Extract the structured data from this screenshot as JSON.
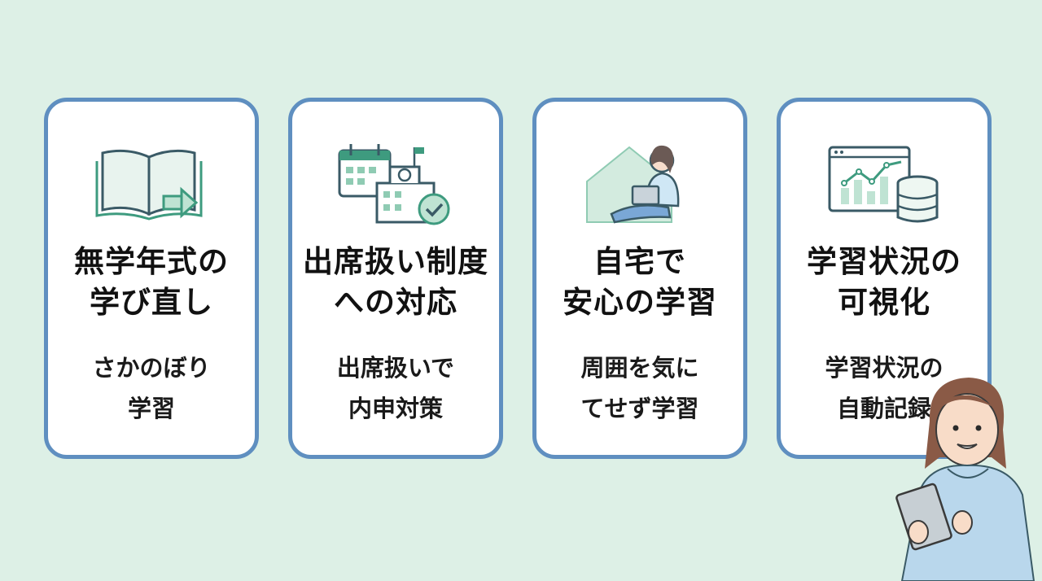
{
  "cards": [
    {
      "title_line1": "無学年式の",
      "title_line2": "学び直し",
      "desc_line1": "さかのぼり",
      "desc_line2": "学習",
      "icon": "open-book-arrow-icon"
    },
    {
      "title_line1": "出席扱い制度",
      "title_line2": "への対応",
      "desc_line1": "出席扱いで",
      "desc_line2": "内申対策",
      "icon": "calendar-school-check-icon"
    },
    {
      "title_line1": "自宅で",
      "title_line2": "安心の学習",
      "desc_line1": "周囲を気に",
      "desc_line2": "てせず学習",
      "icon": "home-study-laptop-icon"
    },
    {
      "title_line1": "学習状況の",
      "title_line2": "可視化",
      "desc_line1": "学習状況の",
      "desc_line2": "自動記録",
      "icon": "analytics-database-icon"
    }
  ],
  "colors": {
    "background": "#ddf0e6",
    "card_border": "#5f8fc0",
    "card_bg": "#ffffff",
    "icon_green": "#3e9b7f",
    "icon_line": "#3a5a66"
  }
}
